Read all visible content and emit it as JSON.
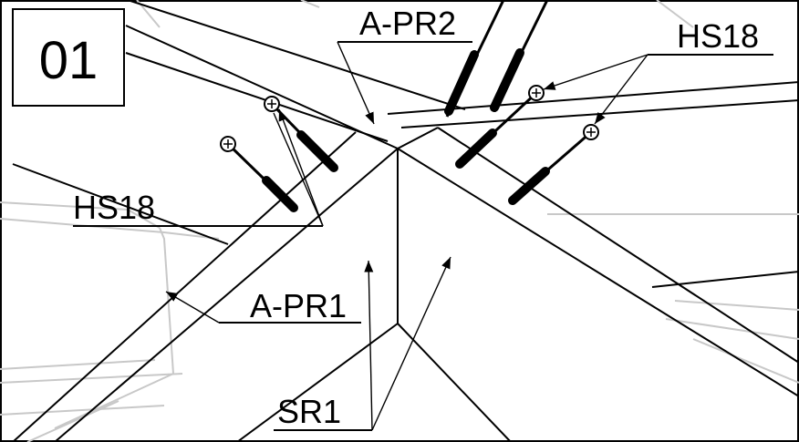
{
  "step_number": "01",
  "labels": {
    "apr2": "A-PR2",
    "hs18_top": "HS18",
    "hs18_left": "HS18",
    "apr1": "A-PR1",
    "sr1": "SR1"
  },
  "icons": [
    "screw-icon"
  ],
  "colors": {
    "line": "#000000",
    "ghost": "#c8c8c8",
    "background": "#ffffff"
  }
}
